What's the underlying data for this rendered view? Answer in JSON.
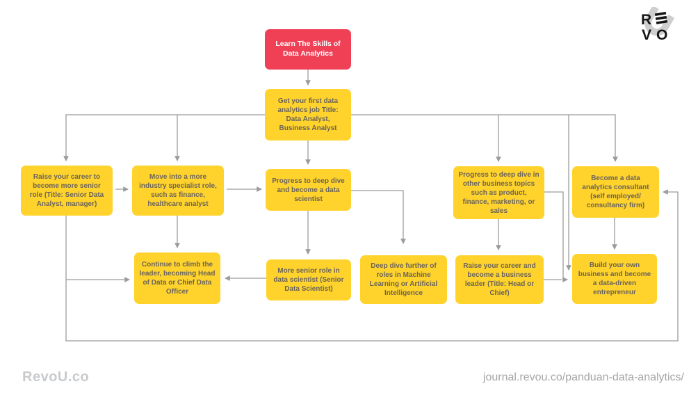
{
  "colors": {
    "background": "#ffffff",
    "accent_red": "#EF4056",
    "node_yellow": "#FFD32C",
    "node_text": "#6A635A",
    "connector": "#9B9B9B"
  },
  "logo": {
    "letters": [
      "R",
      "E",
      "V",
      "O"
    ]
  },
  "footer": {
    "brand": "RevoU.co",
    "url": "journal.revou.co/panduan-data-analytics/"
  },
  "diagram": {
    "nodes": [
      {
        "id": "learn-skills",
        "label": "Learn The Skills of Data Analytics",
        "color": "red"
      },
      {
        "id": "first-job",
        "label": "Get your first data analytics job Title: Data Analyst, Business Analyst",
        "color": "yellow"
      },
      {
        "id": "senior-role",
        "label": "Raise your career to become more senior role (Title: Senior Data Analyst, manager)",
        "color": "yellow"
      },
      {
        "id": "industry-specialist",
        "label": "Move into a more industry specialist role, such as finance, healthcare analyst",
        "color": "yellow"
      },
      {
        "id": "data-scientist",
        "label": "Progress to deep dive and become a data scientist",
        "color": "yellow"
      },
      {
        "id": "other-business",
        "label": "Progress to deep dive in other business topics such as product, finance, marketing, or sales",
        "color": "yellow"
      },
      {
        "id": "consultant",
        "label": "Become a data analytics consultant (self employed/ consultancy firm)",
        "color": "yellow"
      },
      {
        "id": "climb-leader",
        "label": "Continue to climb the leader, becoming Head of Data or Chief Data Officer",
        "color": "yellow"
      },
      {
        "id": "senior-data-scientist",
        "label": "More senior role in data scientist (Senior Data Scientist)",
        "color": "yellow"
      },
      {
        "id": "ml-ai",
        "label": "Deep dive further of roles in Machine Learning or Artificial Intelligence",
        "color": "yellow"
      },
      {
        "id": "business-leader",
        "label": "Raise your career and become a business leader (Title: Head or Chief)",
        "color": "yellow"
      },
      {
        "id": "entrepreneur",
        "label": "Build your own business and become a data-driven entrepreneur",
        "color": "yellow"
      }
    ],
    "edges": [
      {
        "from": "learn-skills",
        "to": "first-job"
      },
      {
        "from": "first-job",
        "to": "senior-role"
      },
      {
        "from": "first-job",
        "to": "industry-specialist"
      },
      {
        "from": "first-job",
        "to": "data-scientist"
      },
      {
        "from": "first-job",
        "to": "other-business"
      },
      {
        "from": "first-job",
        "to": "consultant"
      },
      {
        "from": "first-job",
        "to": "entrepreneur"
      },
      {
        "from": "senior-role",
        "to": "industry-specialist"
      },
      {
        "from": "industry-specialist",
        "to": "data-scientist"
      },
      {
        "from": "senior-role",
        "to": "climb-leader"
      },
      {
        "from": "industry-specialist",
        "to": "climb-leader"
      },
      {
        "from": "data-scientist",
        "to": "senior-data-scientist"
      },
      {
        "from": "data-scientist",
        "to": "ml-ai"
      },
      {
        "from": "senior-data-scientist",
        "to": "climb-leader"
      },
      {
        "from": "other-business",
        "to": "business-leader"
      },
      {
        "from": "other-business",
        "to": "entrepreneur"
      },
      {
        "from": "consultant",
        "to": "entrepreneur"
      },
      {
        "from": "business-leader",
        "to": "entrepreneur"
      },
      {
        "from": "senior-role",
        "to": "consultant"
      }
    ]
  }
}
